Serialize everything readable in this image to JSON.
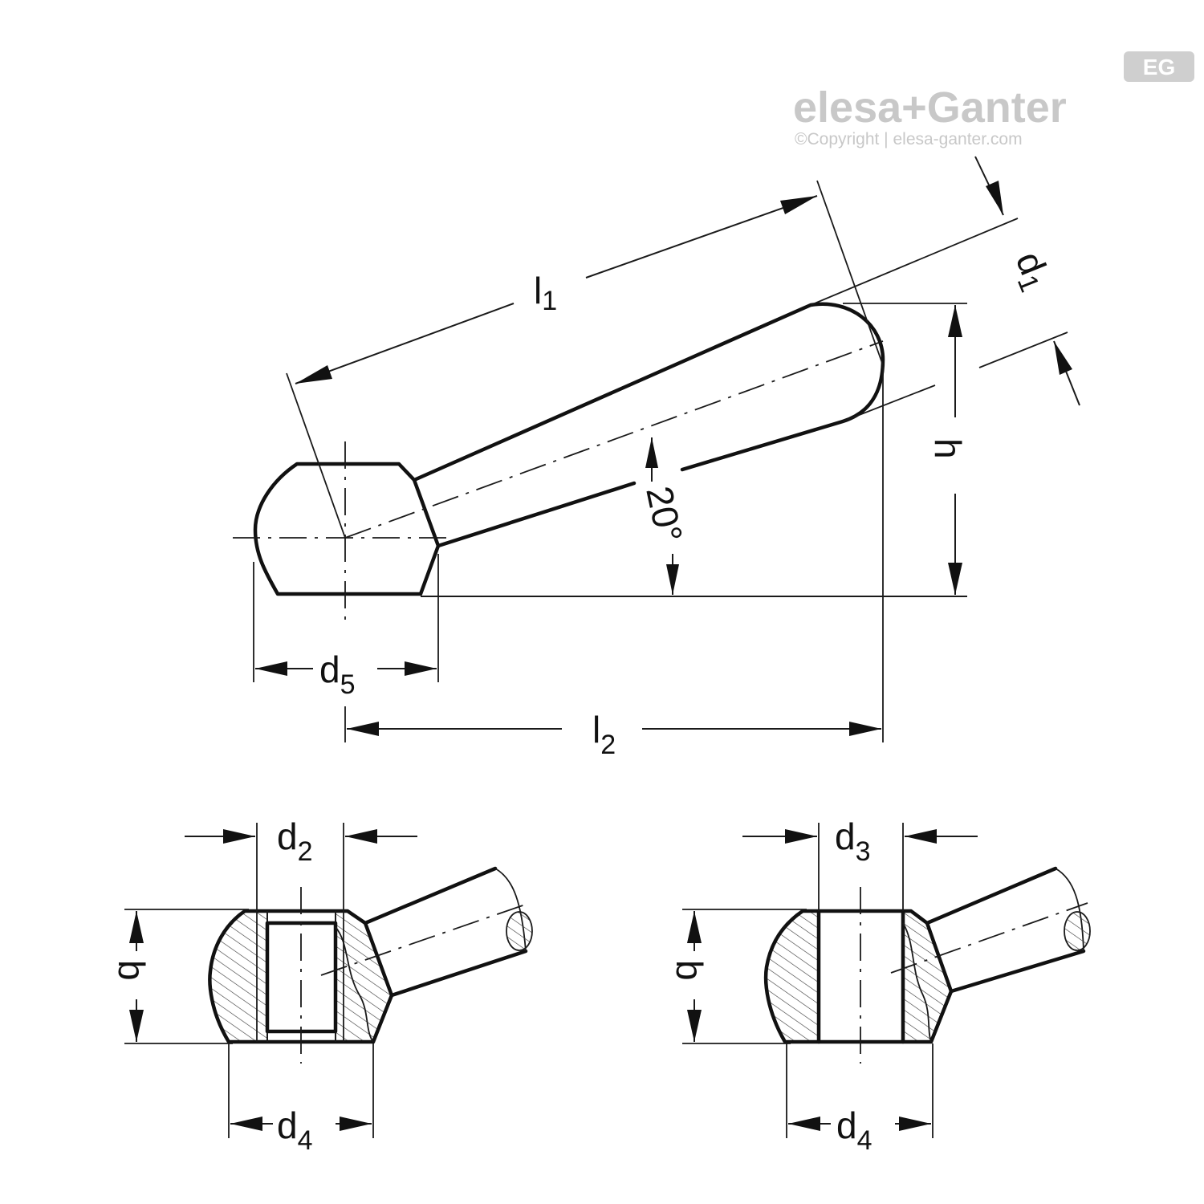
{
  "logo": {
    "brand_left": "elesa",
    "brand_plus": "+",
    "brand_right": "Ganter",
    "copyright": "©Copyright | elesa-ganter.com",
    "badge": "EG"
  },
  "dimensions": {
    "l1": {
      "main": "l",
      "sub": "1"
    },
    "l2": {
      "main": "l",
      "sub": "2"
    },
    "d1": {
      "main": "d",
      "sub": "1"
    },
    "d2": {
      "main": "d",
      "sub": "2"
    },
    "d3": {
      "main": "d",
      "sub": "3"
    },
    "d4_left": {
      "main": "d",
      "sub": "4"
    },
    "d4_right": {
      "main": "d",
      "sub": "4"
    },
    "d5": {
      "main": "d",
      "sub": "5"
    },
    "h": "h",
    "b_left": "b",
    "b_right": "b",
    "angle": "20°"
  },
  "colors": {
    "line": "#111111",
    "logo": "#c8c8c8"
  }
}
